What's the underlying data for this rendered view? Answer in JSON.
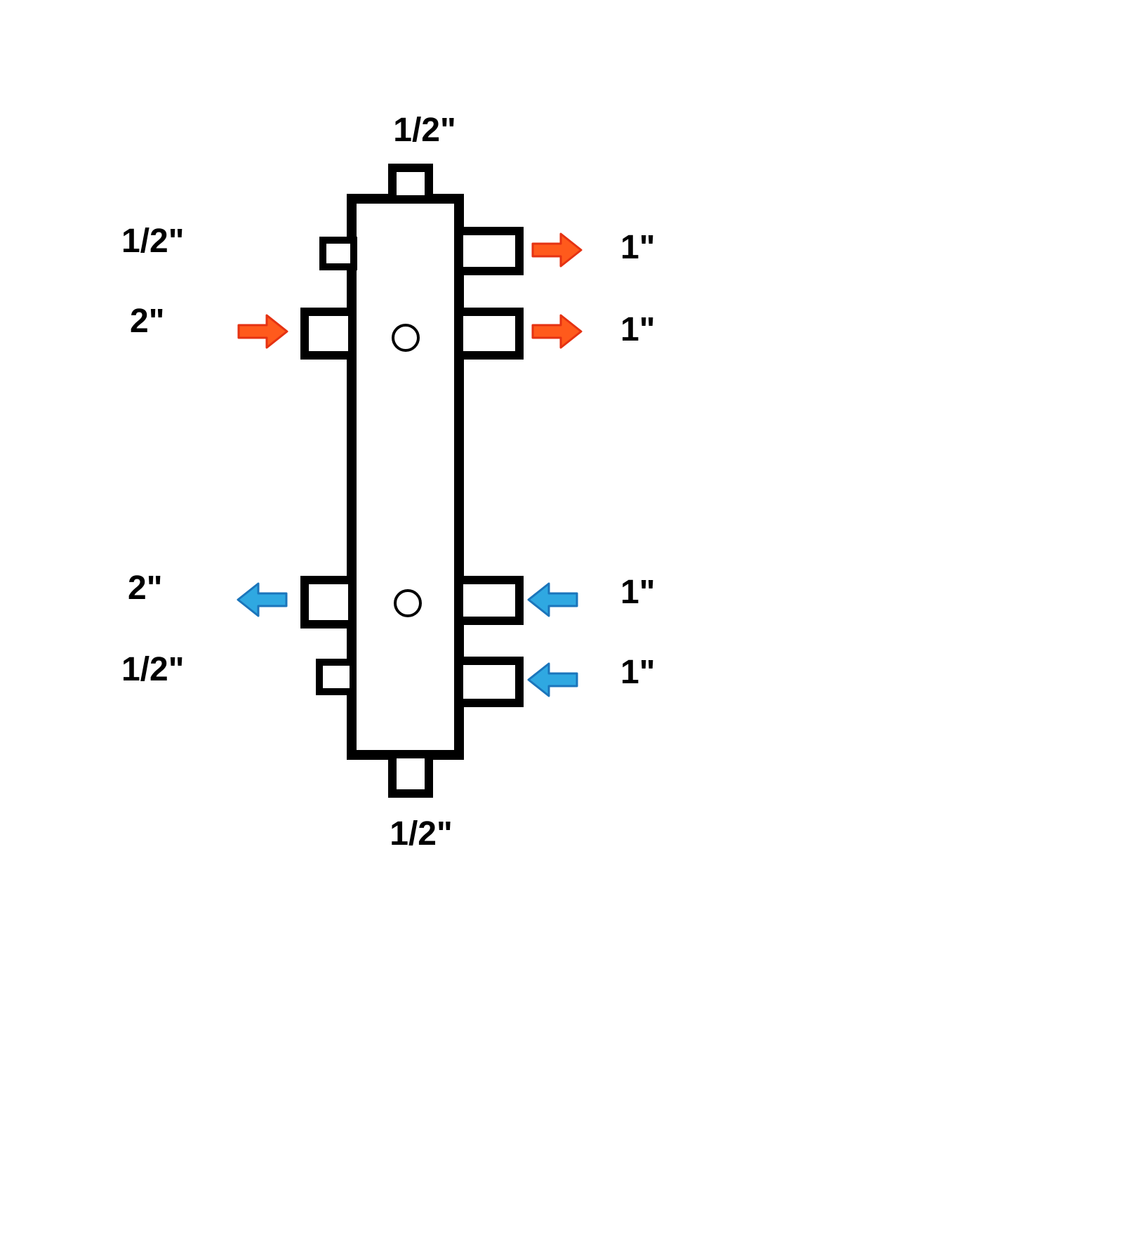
{
  "diagram": {
    "kind": "hydraulic-separator-port-diagram",
    "ports": {
      "top": {
        "label": "1/2\""
      },
      "bottom": {
        "label": "1/2\""
      },
      "left": [
        {
          "label": "1/2\"",
          "size": "small",
          "arrow": "none",
          "flow": "none"
        },
        {
          "label": "2\"",
          "size": "large",
          "arrow": "right",
          "flow": "hot"
        },
        {
          "label": "2\"",
          "size": "large",
          "arrow": "left",
          "flow": "cold"
        },
        {
          "label": "1/2\"",
          "size": "small",
          "arrow": "none",
          "flow": "none"
        }
      ],
      "right": [
        {
          "label": "1\"",
          "size": "large",
          "arrow": "right",
          "flow": "hot"
        },
        {
          "label": "1\"",
          "size": "large",
          "arrow": "right",
          "flow": "hot"
        },
        {
          "label": "1\"",
          "size": "large",
          "arrow": "left",
          "flow": "cold"
        },
        {
          "label": "1\"",
          "size": "large",
          "arrow": "left",
          "flow": "cold"
        }
      ]
    },
    "colors": {
      "outline": "#000000",
      "hot_fill": "#FF5A1C",
      "hot_stroke": "#E53212",
      "cold_fill": "#2FA8E1",
      "cold_stroke": "#1B75BB"
    }
  }
}
